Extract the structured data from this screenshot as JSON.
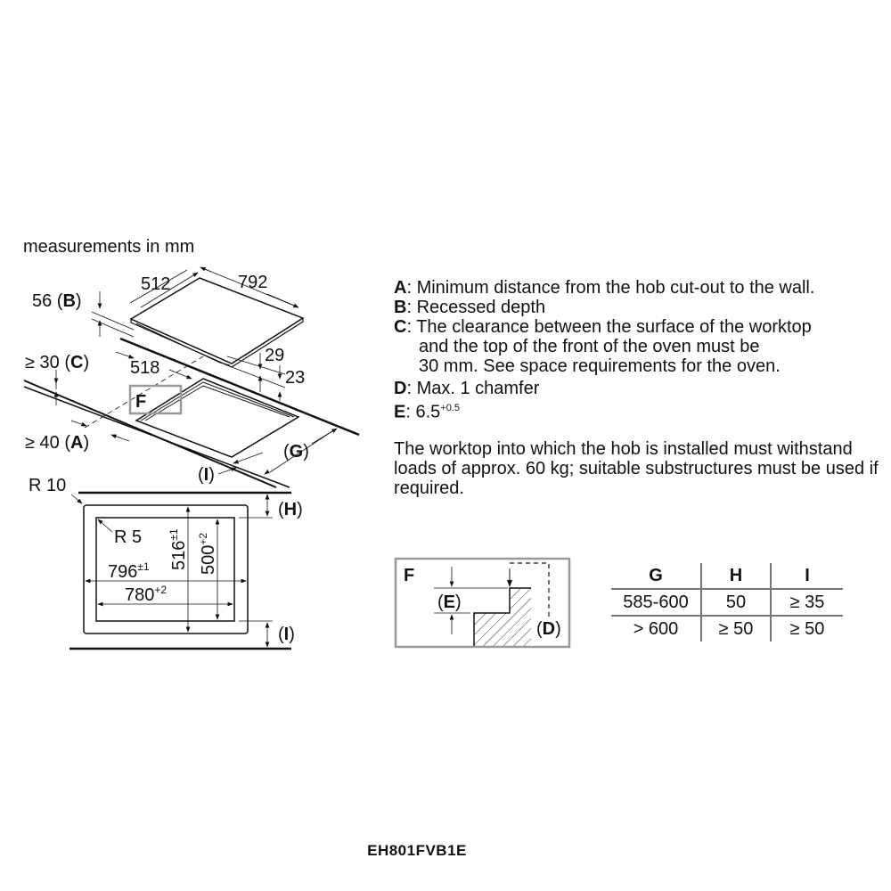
{
  "header": {
    "units_note": "measurements in mm"
  },
  "hob_diagram": {
    "width_depth": "512",
    "width": "792",
    "recessed_depth": "56",
    "recessed_letter": "B",
    "clearance_c": "≥ 30",
    "clearance_letter": "C",
    "cutout_depth": "518",
    "dim_29": "29",
    "dim_23": "23",
    "wall_distance": "≥ 40",
    "wall_letter": "A",
    "detail_label": "F",
    "g_label": "G",
    "i_label": "I"
  },
  "cutout_plan": {
    "outer_radius": "R 10",
    "inner_radius": "R 5",
    "outer_width": "796",
    "outer_width_tol": "±1",
    "inner_width": "780",
    "inner_width_tol": "+2",
    "outer_depth": "516",
    "outer_depth_tol": "±1",
    "inner_depth": "500",
    "inner_depth_tol": "+2",
    "h_label": "H",
    "i_label": "I"
  },
  "legend": [
    {
      "key": "A",
      "text": ": Minimum distance from the hob cut-out to the wall."
    },
    {
      "key": "B",
      "text": ": Recessed depth"
    },
    {
      "key": "C",
      "text": ": The clearance between the surface of the worktop",
      "cont": [
        "and the top of the front of the oven must be",
        "30 mm. See space requirements for the oven."
      ]
    },
    {
      "key": "D",
      "text": ": Max. 1 chamfer"
    },
    {
      "key": "E",
      "text": ": 6.5",
      "sup": "+0.5"
    }
  ],
  "note": "The worktop into which the hob is installed must withstand loads of approx. 60 kg; suitable substructures must be used if required.",
  "detail_f": {
    "title": "F",
    "e_label": "E",
    "d_label": "D"
  },
  "table": {
    "headers": [
      "G",
      "H",
      "I"
    ],
    "rows": [
      [
        "585-600",
        "50",
        "≥ 35"
      ],
      [
        "> 600",
        "≥ 50",
        "≥ 50"
      ]
    ]
  },
  "footer": {
    "model": "EH801FVB1E"
  },
  "colors": {
    "line": "#111111",
    "frame": "#999999"
  }
}
